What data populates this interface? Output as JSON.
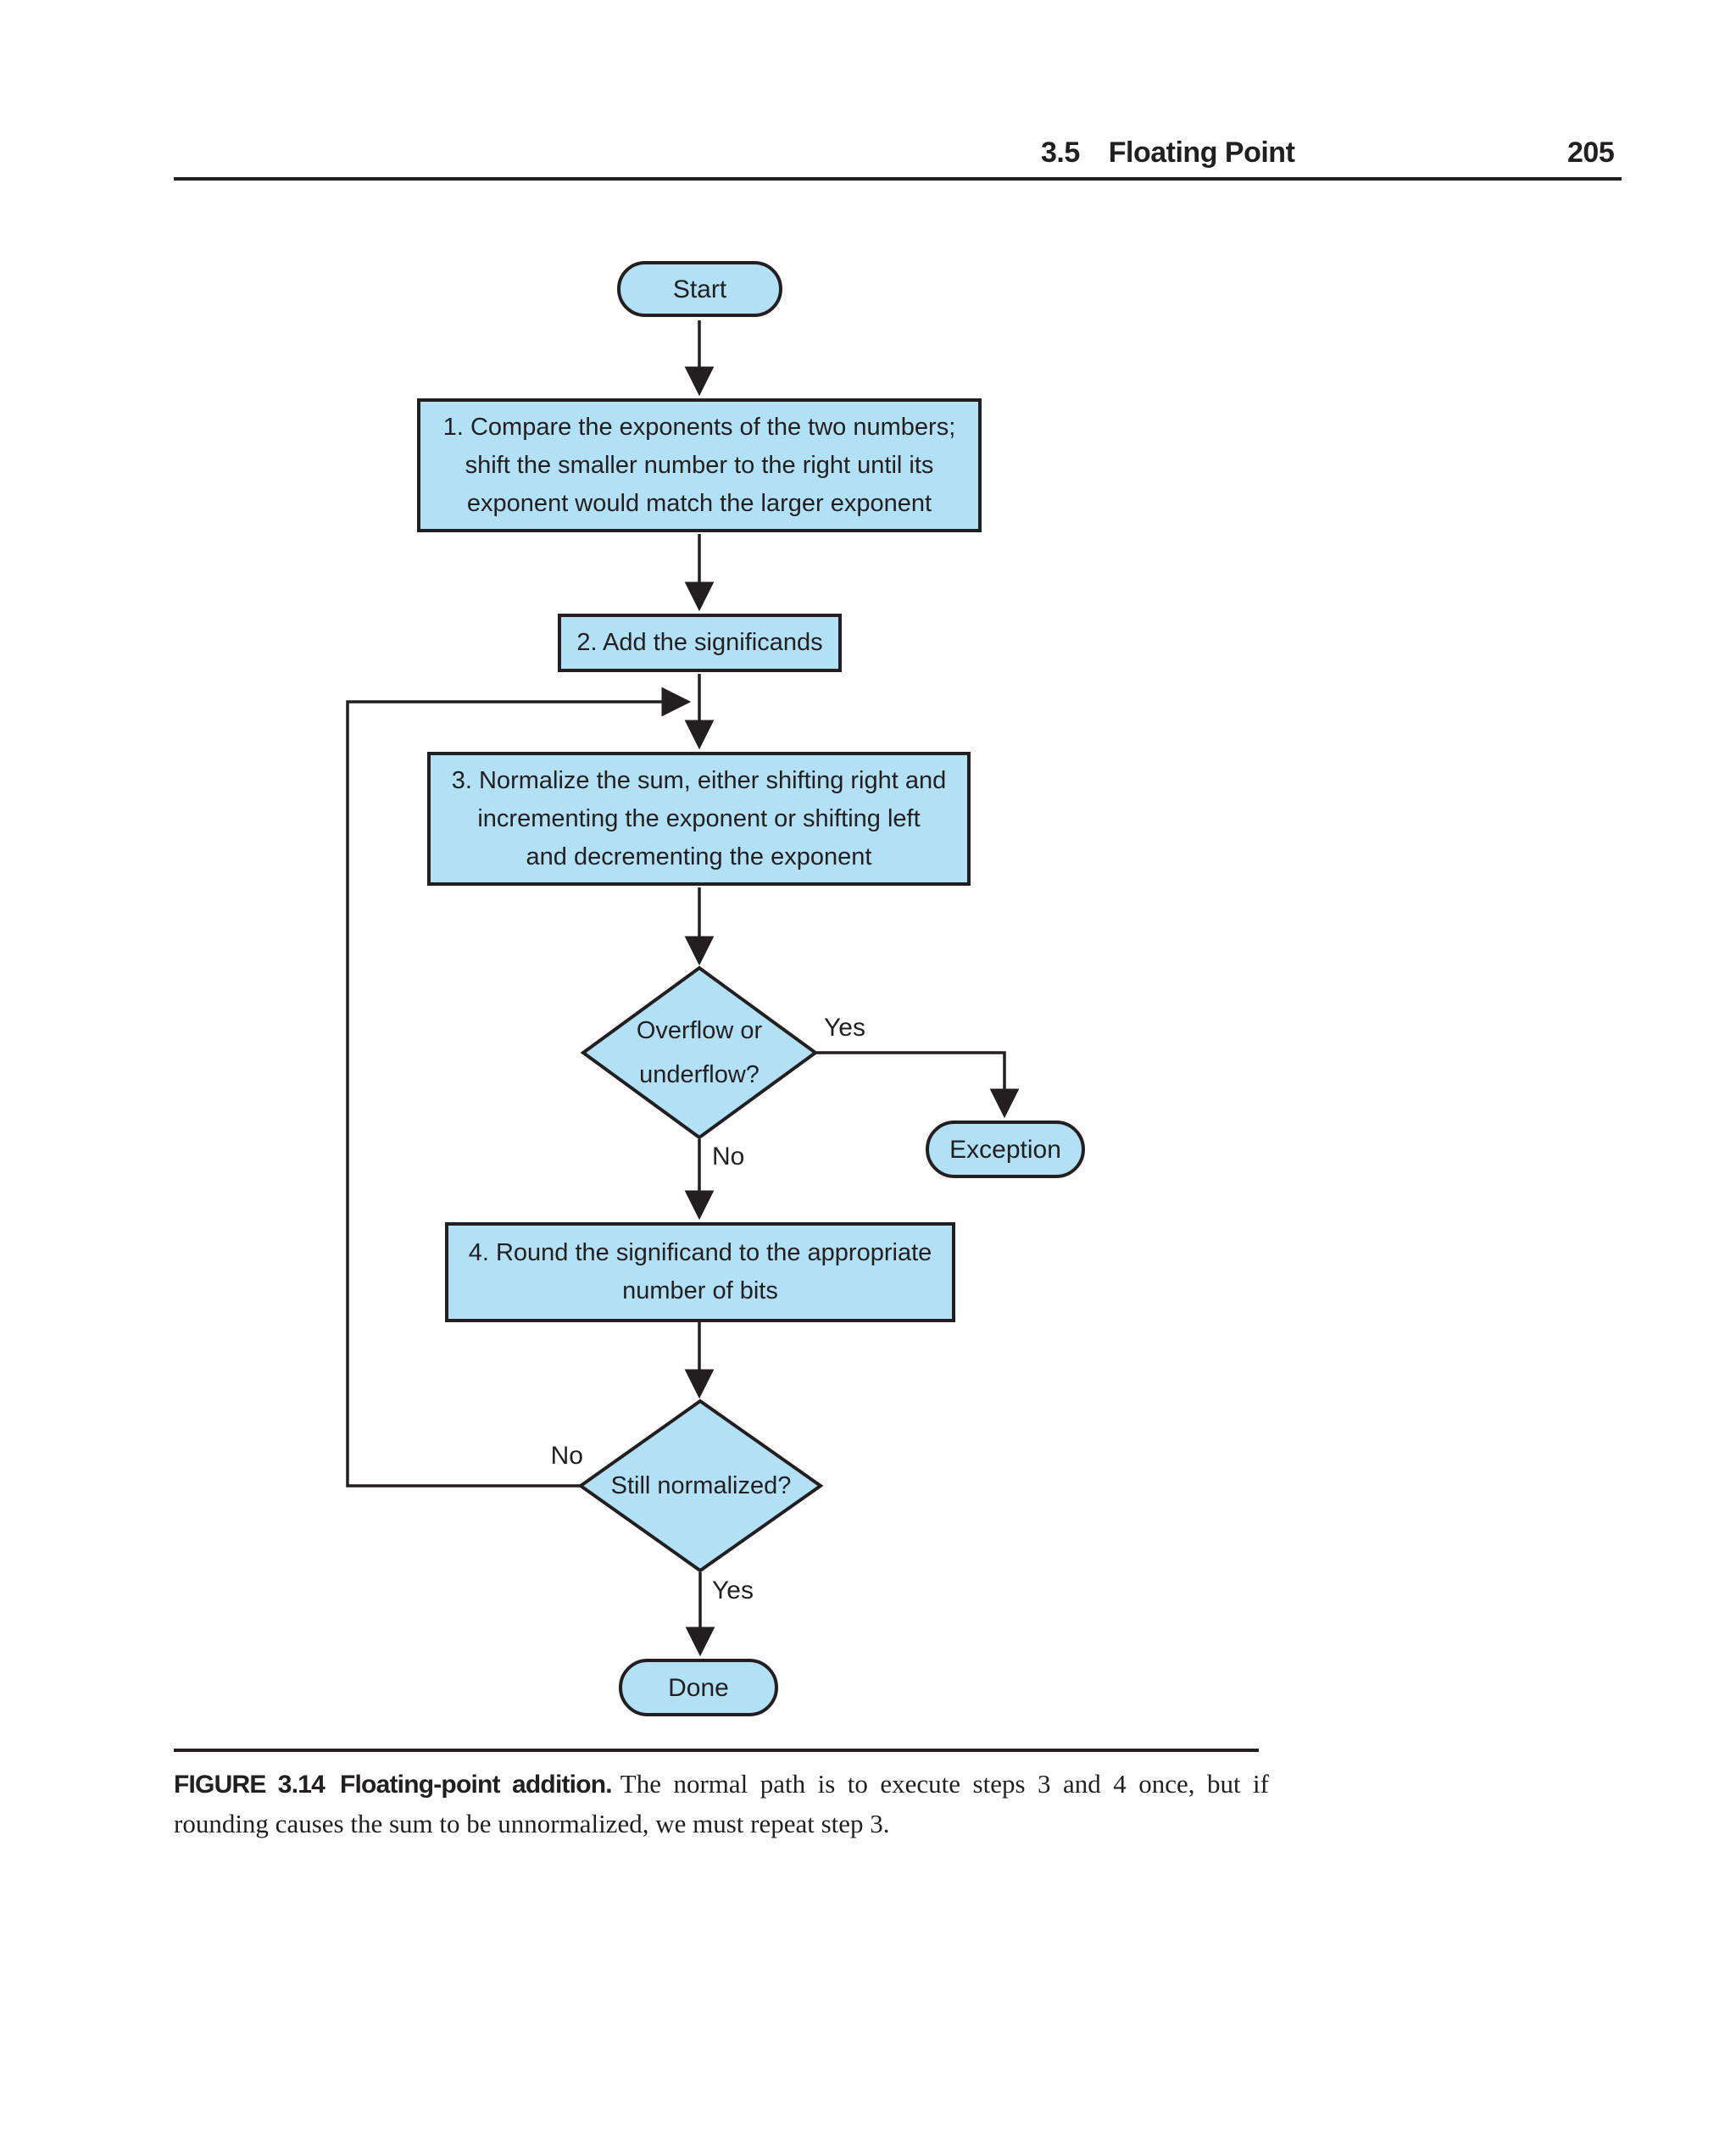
{
  "header": {
    "section_number": "3.5",
    "section_title": "Floating Point",
    "page_number": "205"
  },
  "flowchart": {
    "start": {
      "label": "Start"
    },
    "step1": {
      "lines": [
        "1.  Compare the exponents of the two numbers;",
        "shift the smaller number to the right until its",
        "exponent would match the larger exponent"
      ]
    },
    "step2": {
      "label": "2. Add the significands"
    },
    "step3": {
      "lines": [
        "3. Normalize the sum, either shifting right and",
        "incrementing the exponent or shifting left",
        "and decrementing the exponent"
      ]
    },
    "decision1": {
      "lines": [
        "Overflow or",
        "underflow?"
      ],
      "yes_label": "Yes",
      "no_label": "No"
    },
    "exception": {
      "label": "Exception"
    },
    "step4": {
      "lines": [
        "4. Round the significand to the appropriate",
        "number of bits"
      ]
    },
    "decision2": {
      "label": "Still normalized?",
      "no_label": "No",
      "yes_label": "Yes"
    },
    "done": {
      "label": "Done"
    }
  },
  "caption": {
    "figure_label": "FIGURE 3.14",
    "figure_title": "Floating-point addition.",
    "body": "The normal path is to execute steps 3 and 4 once, but if rounding causes the sum to be unnormalized, we must repeat step 3."
  },
  "colors": {
    "node_fill": "#b2e0f5",
    "node_stroke": "#231f20",
    "text": "#231f20"
  }
}
